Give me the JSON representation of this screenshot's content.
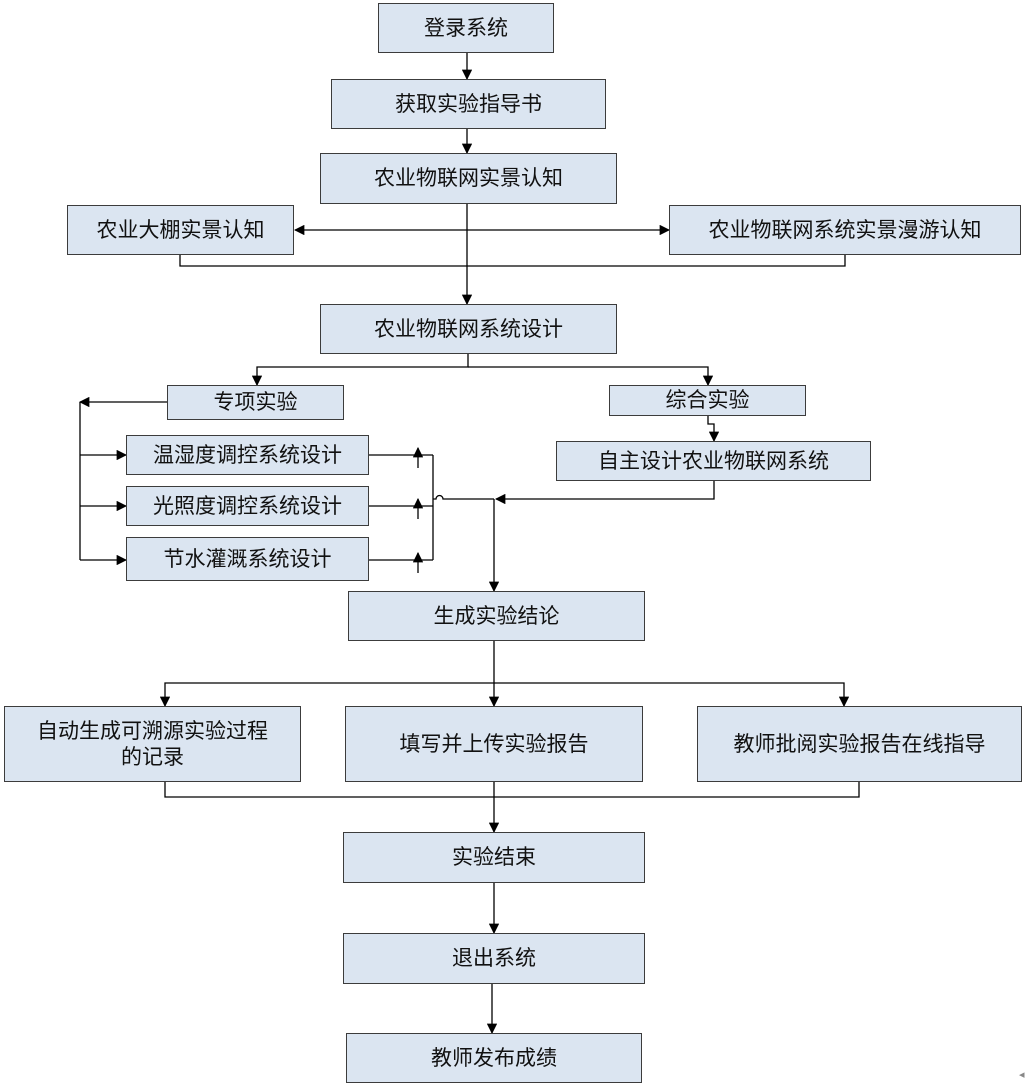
{
  "diagram": {
    "colors": {
      "box_fill": "#dbe5f1",
      "box_border": "#3c3c3c",
      "line": "#000000"
    },
    "nodes": {
      "login": "登录系统",
      "get_guide": "获取实验指导书",
      "iot_scene": "农业物联网实景认知",
      "greenhouse": "农业大棚实景认知",
      "iot_roaming": "农业物联网系统实景漫游认知",
      "iot_design": "农业物联网系统设计",
      "special_exp": "专项实验",
      "comprehensive_exp": "综合实验",
      "temp_humidity": "温湿度调控系统设计",
      "light": "光照度调控系统设计",
      "irrigation": "节水灌溉系统设计",
      "self_design": "自主设计农业物联网系统",
      "conclusion": "生成实验结论",
      "auto_record": "自动生成可溯源实验过程\n的记录",
      "upload_report": "填写并上传实验报告",
      "teacher_review": "教师批阅实验报告在线指导",
      "exp_end": "实验结束",
      "exit": "退出系统",
      "publish_grade": "教师发布成绩"
    }
  }
}
